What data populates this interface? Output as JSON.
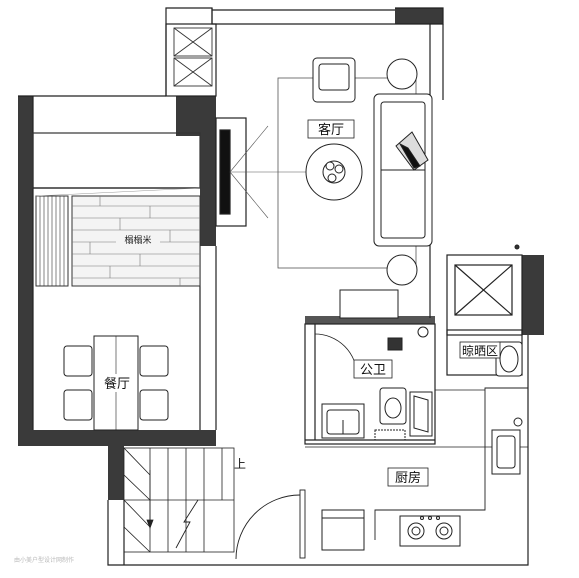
{
  "rooms": {
    "living": "客厅",
    "tatami": "榻榻米",
    "dining": "餐厅",
    "bath": "公卫",
    "kitchen": "厨房",
    "laundry": "晾晒区",
    "stairs_up": "上"
  },
  "watermark": "由小美户型设计网制作"
}
